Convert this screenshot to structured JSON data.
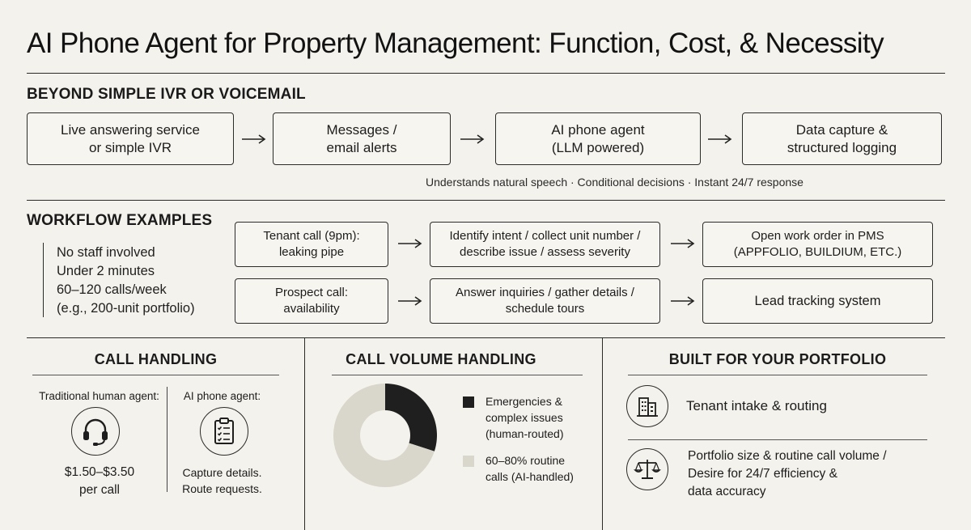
{
  "title": "AI Phone Agent for Property Management: Function, Cost, & Necessity",
  "beyond": {
    "heading": "BEYOND SIMPLE IVR OR VOICEMAIL",
    "steps": [
      "Live answering service\nor simple IVR",
      "Messages /\nemail alerts",
      "AI phone agent\n(LLM powered)",
      "Data capture &\nstructured logging"
    ],
    "caption": "Understands natural speech · Conditional decisions · Instant 24/7 response"
  },
  "workflow": {
    "heading": "WORKFLOW EXAMPLES",
    "stats": [
      "No staff involved",
      "Under 2 minutes",
      "60–120 calls/week",
      "(e.g., 200-unit portfolio)"
    ],
    "row1": [
      "Tenant call (9pm):\nleaking pipe",
      "Identify intent / collect unit number /\ndescribe issue / assess severity",
      "Open work order in PMS\n(APPFOLIO, BUILDIUM, ETC.)"
    ],
    "row2": [
      "Prospect call:\navailability",
      "Answer inquiries / gather details /\nschedule tours",
      "Lead tracking system"
    ]
  },
  "call_handling": {
    "heading": "CALL HANDLING",
    "human_label": "Traditional human agent:",
    "human_icon": "headset-icon",
    "human_cost": "$1.50–$3.50\nper call",
    "ai_label": "AI phone agent:",
    "ai_icon": "clipboard-checklist-icon",
    "ai_desc": "Capture details.\nRoute requests."
  },
  "volume": {
    "heading": "CALL VOLUME HANDLING",
    "legend": [
      {
        "label": "Emergencies &\ncomplex issues\n(human-routed)",
        "color": "#1f1f1f"
      },
      {
        "label": "60–80% routine\ncalls (AI-handled)",
        "color": "#d9d6cc"
      }
    ]
  },
  "chart_data": {
    "type": "pie",
    "variant": "donut",
    "slices": [
      {
        "label": "Emergencies & complex issues (human-routed)",
        "share": 30,
        "color": "#1f1f1f"
      },
      {
        "label": "60–80% routine calls (AI-handled)",
        "share": 70,
        "color": "#d9d6cc"
      }
    ]
  },
  "portfolio": {
    "heading": "BUILT FOR YOUR PORTFOLIO",
    "item1": "Tenant intake & routing",
    "item1_icon": "building-icon",
    "item2": "Portfolio size & routine call volume /\nDesire for 24/7 efficiency &\ndata accuracy",
    "item2_icon": "scales-icon"
  }
}
